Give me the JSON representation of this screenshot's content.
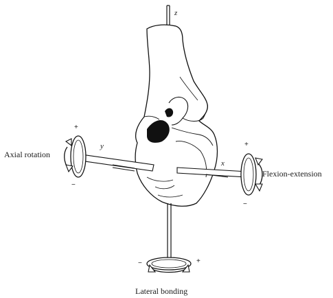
{
  "axes": {
    "z": "z",
    "y": "y",
    "x": "x"
  },
  "labels": {
    "axial_rotation": "Axial rotation",
    "flexion_extension": "Flexion-extension",
    "lateral_bending": "Lateral bonding"
  },
  "signs": {
    "axial_plus": "+",
    "axial_minus": "−",
    "flexion_plus": "+",
    "flexion_minus": "−",
    "lateral_minus": "−",
    "lateral_plus": "+"
  }
}
